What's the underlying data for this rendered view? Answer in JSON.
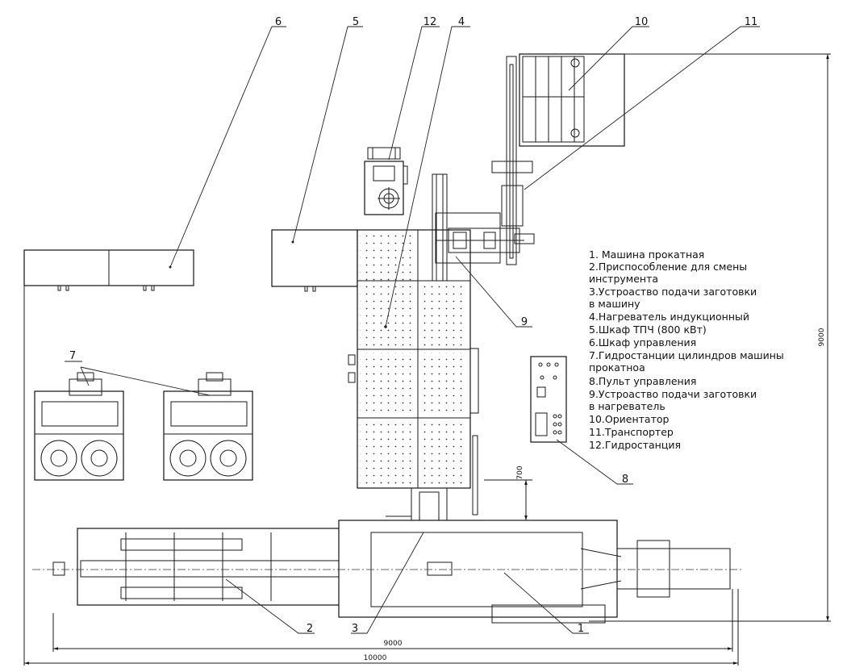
{
  "callouts": [
    "1",
    "2",
    "3",
    "4",
    "5",
    "6",
    "7",
    "8",
    "9",
    "10",
    "11",
    "12"
  ],
  "dimensions": {
    "height_total": "9000",
    "width_inner": "9000",
    "width_total": "10000",
    "offset": "700"
  },
  "legend": [
    "1. Машина прокатная",
    "2.Приспособление для смены",
    "инструмента",
    "3.Устроаство подачи заготовки",
    "в машину",
    "4.Нагреватель индукционный",
    "5.Шкаф ТПЧ (800 кВт)",
    "6.Шкаф управления",
    "7.Гидростанции цилиндров машины",
    "прокатноа",
    "8.Пульт управления",
    "9.Устроаство подачи заготовки",
    "в нагреватель",
    "10.Ориентатор",
    "11.Транспортер",
    "12.Гидростанция"
  ]
}
